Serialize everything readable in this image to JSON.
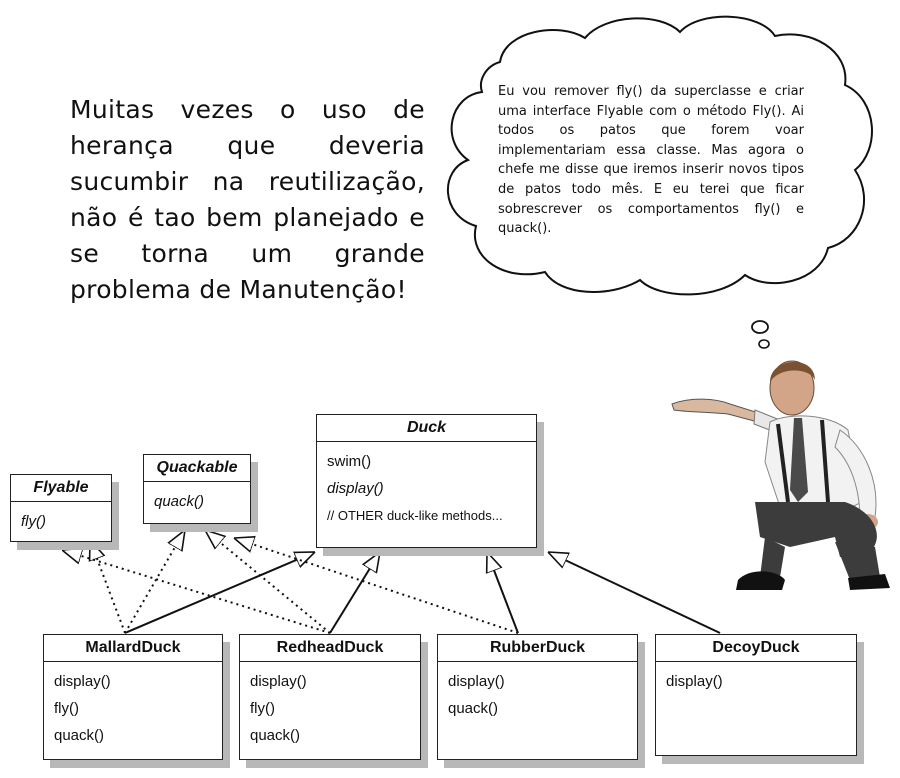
{
  "intro_text": "Muitas vezes o uso de herança que deveria sucumbir na reutilização, não é tao bem planejado e se torna um grande problema de Manutenção!",
  "thought_text": "Eu vou remover fly() da superclasse e criar uma interface Flyable com o método Fly(). Ai todos os patos que forem voar implementariam essa classe. Mas agora o chefe me disse que iremos inserir novos tipos de patos todo mês. E eu terei que ficar sobrescrever os comportamentos fly() e quack().",
  "classes": {
    "duck": {
      "name": "Duck",
      "methods": [
        "swim()",
        "display()",
        "// OTHER duck-like methods..."
      ]
    },
    "flyable": {
      "name": "Flyable",
      "methods": [
        "fly()"
      ]
    },
    "quackable": {
      "name": "Quackable",
      "methods": [
        "quack()"
      ]
    },
    "mallard": {
      "name": "MallardDuck",
      "methods": [
        "display()",
        "fly()",
        "quack()"
      ]
    },
    "redhead": {
      "name": "RedheadDuck",
      "methods": [
        "display()",
        "fly()",
        "quack()"
      ]
    },
    "rubber": {
      "name": "RubberDuck",
      "methods": [
        "display()",
        "quack()"
      ]
    },
    "decoy": {
      "name": "DecoyDuck",
      "methods": [
        "display()"
      ]
    }
  }
}
